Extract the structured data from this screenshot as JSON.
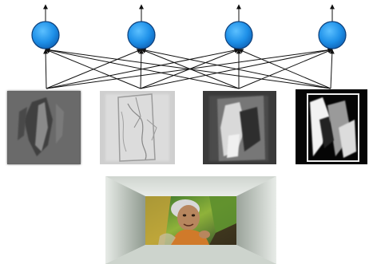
{
  "diagram": {
    "output_units": [
      "unit-1",
      "unit-2",
      "unit-3",
      "unit-4"
    ],
    "feature_maps": [
      {
        "id": "feature-map-1",
        "style": "emboss-gray"
      },
      {
        "id": "feature-map-2",
        "style": "edge-light"
      },
      {
        "id": "feature-map-3",
        "style": "high-contrast-gray"
      },
      {
        "id": "feature-map-4",
        "style": "inverted-dark"
      }
    ],
    "connections": "fully-connected",
    "input_image": "painting-of-elderly-woman-in-room-frame",
    "colors": {
      "neuron_fill": "#1e90e8",
      "neuron_stroke": "#0d3f7a",
      "arrow": "#111111"
    }
  }
}
